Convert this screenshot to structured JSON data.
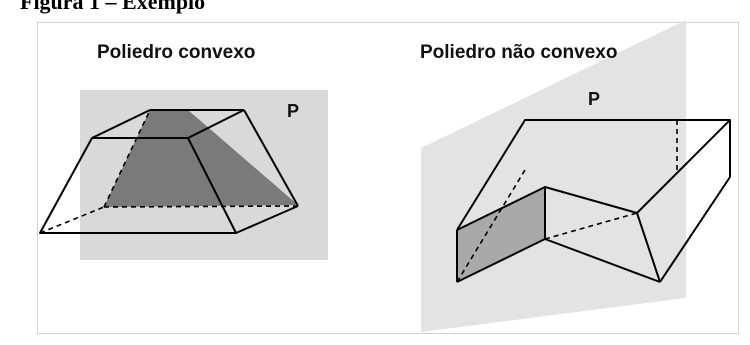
{
  "header": {
    "caption": "Figura 1 – Exemplo"
  },
  "figures": {
    "convex": {
      "title": "Poliedro convexo",
      "plane_label": "P"
    },
    "nonconvex": {
      "title": "Poliedro não convexo",
      "plane_label": "P"
    }
  },
  "colors": {
    "plane": "#d9d9d9",
    "section_dark": "#7a7a7a",
    "section_light": "#a9a9a9",
    "edge": "#000000"
  }
}
